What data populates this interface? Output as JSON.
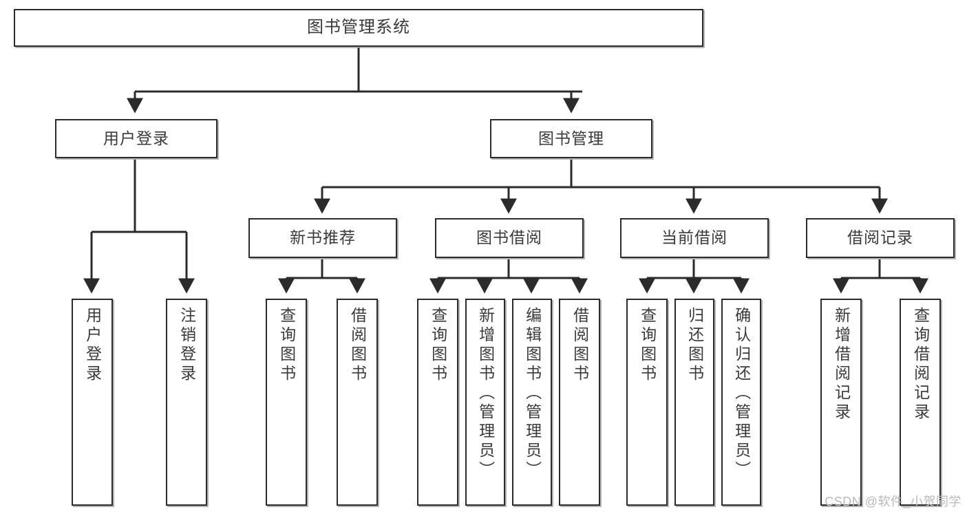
{
  "diagram": {
    "title": "图书管理系统",
    "type": "tree",
    "colors": {
      "node_border": "#2b2b2b",
      "node_fill": "#ffffff",
      "text": "#3a3a3a",
      "edge": "#2b2b2b",
      "watermark": "#b9b9b9",
      "background": "#ffffff"
    },
    "nodes": {
      "root": {
        "label": "图书管理系统"
      },
      "level2": [
        {
          "id": "user-login",
          "label": "用户登录"
        },
        {
          "id": "book-manage",
          "label": "图书管理"
        }
      ],
      "level3": [
        {
          "id": "new-book-recommend",
          "label": "新书推荐"
        },
        {
          "id": "book-borrow",
          "label": "图书借阅"
        },
        {
          "id": "current-borrow",
          "label": "当前借阅"
        },
        {
          "id": "borrow-record",
          "label": "借阅记录"
        }
      ],
      "leaves": [
        {
          "id": "leaf-user-login",
          "label": "用户登录",
          "parent": "user-login"
        },
        {
          "id": "leaf-user-logout",
          "label": "注销登录",
          "parent": "user-login"
        },
        {
          "id": "leaf-query-book-1",
          "label": "查询图书",
          "parent": "new-book-recommend"
        },
        {
          "id": "leaf-borrow-book-1",
          "label": "借阅图书",
          "parent": "new-book-recommend"
        },
        {
          "id": "leaf-query-book-2",
          "label": "查询图书",
          "parent": "book-borrow"
        },
        {
          "id": "leaf-add-book",
          "label": "新增图书（管理员）",
          "parent": "book-borrow"
        },
        {
          "id": "leaf-edit-book",
          "label": "编辑图书（管理员）",
          "parent": "book-borrow"
        },
        {
          "id": "leaf-borrow-book-2",
          "label": "借阅图书",
          "parent": "book-borrow"
        },
        {
          "id": "leaf-query-book-3",
          "label": "查询图书",
          "parent": "current-borrow"
        },
        {
          "id": "leaf-return-book",
          "label": "归还图书",
          "parent": "current-borrow"
        },
        {
          "id": "leaf-confirm-return",
          "label": "确认归还（管理员）",
          "parent": "current-borrow"
        },
        {
          "id": "leaf-add-record",
          "label": "新增借阅记录",
          "parent": "borrow-record"
        },
        {
          "id": "leaf-query-record",
          "label": "查询借阅记录",
          "parent": "borrow-record"
        }
      ]
    },
    "watermark": "CSDN @软件_小贺同学"
  }
}
